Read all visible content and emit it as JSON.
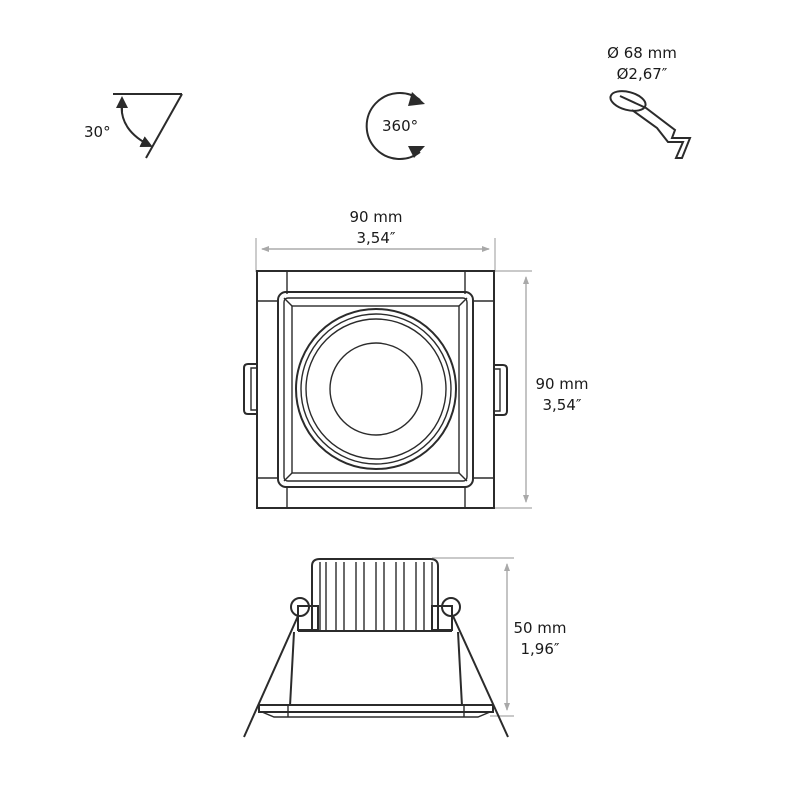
{
  "drawing": {
    "subject": "Square recessed downlight technical drawing",
    "icons": {
      "tilt": {
        "icon": "tilt-angle-icon",
        "label": "30°"
      },
      "rotation": {
        "icon": "rotation-icon",
        "label": "360°"
      },
      "cutout": {
        "icon": "cutout-diameter-icon",
        "label_mm": "Ø 68 mm",
        "label_in": "Ø2,67″"
      }
    },
    "top_view": {
      "width": {
        "mm": "90 mm",
        "in": "3,54″"
      },
      "height": {
        "mm": "90 mm",
        "in": "3,54″"
      }
    },
    "side_view": {
      "height": {
        "mm": "50 mm",
        "in": "1,96″"
      }
    },
    "colors": {
      "line": "#2b2b2b",
      "dimension_line": "#a9a9a9",
      "background": "#ffffff"
    }
  }
}
